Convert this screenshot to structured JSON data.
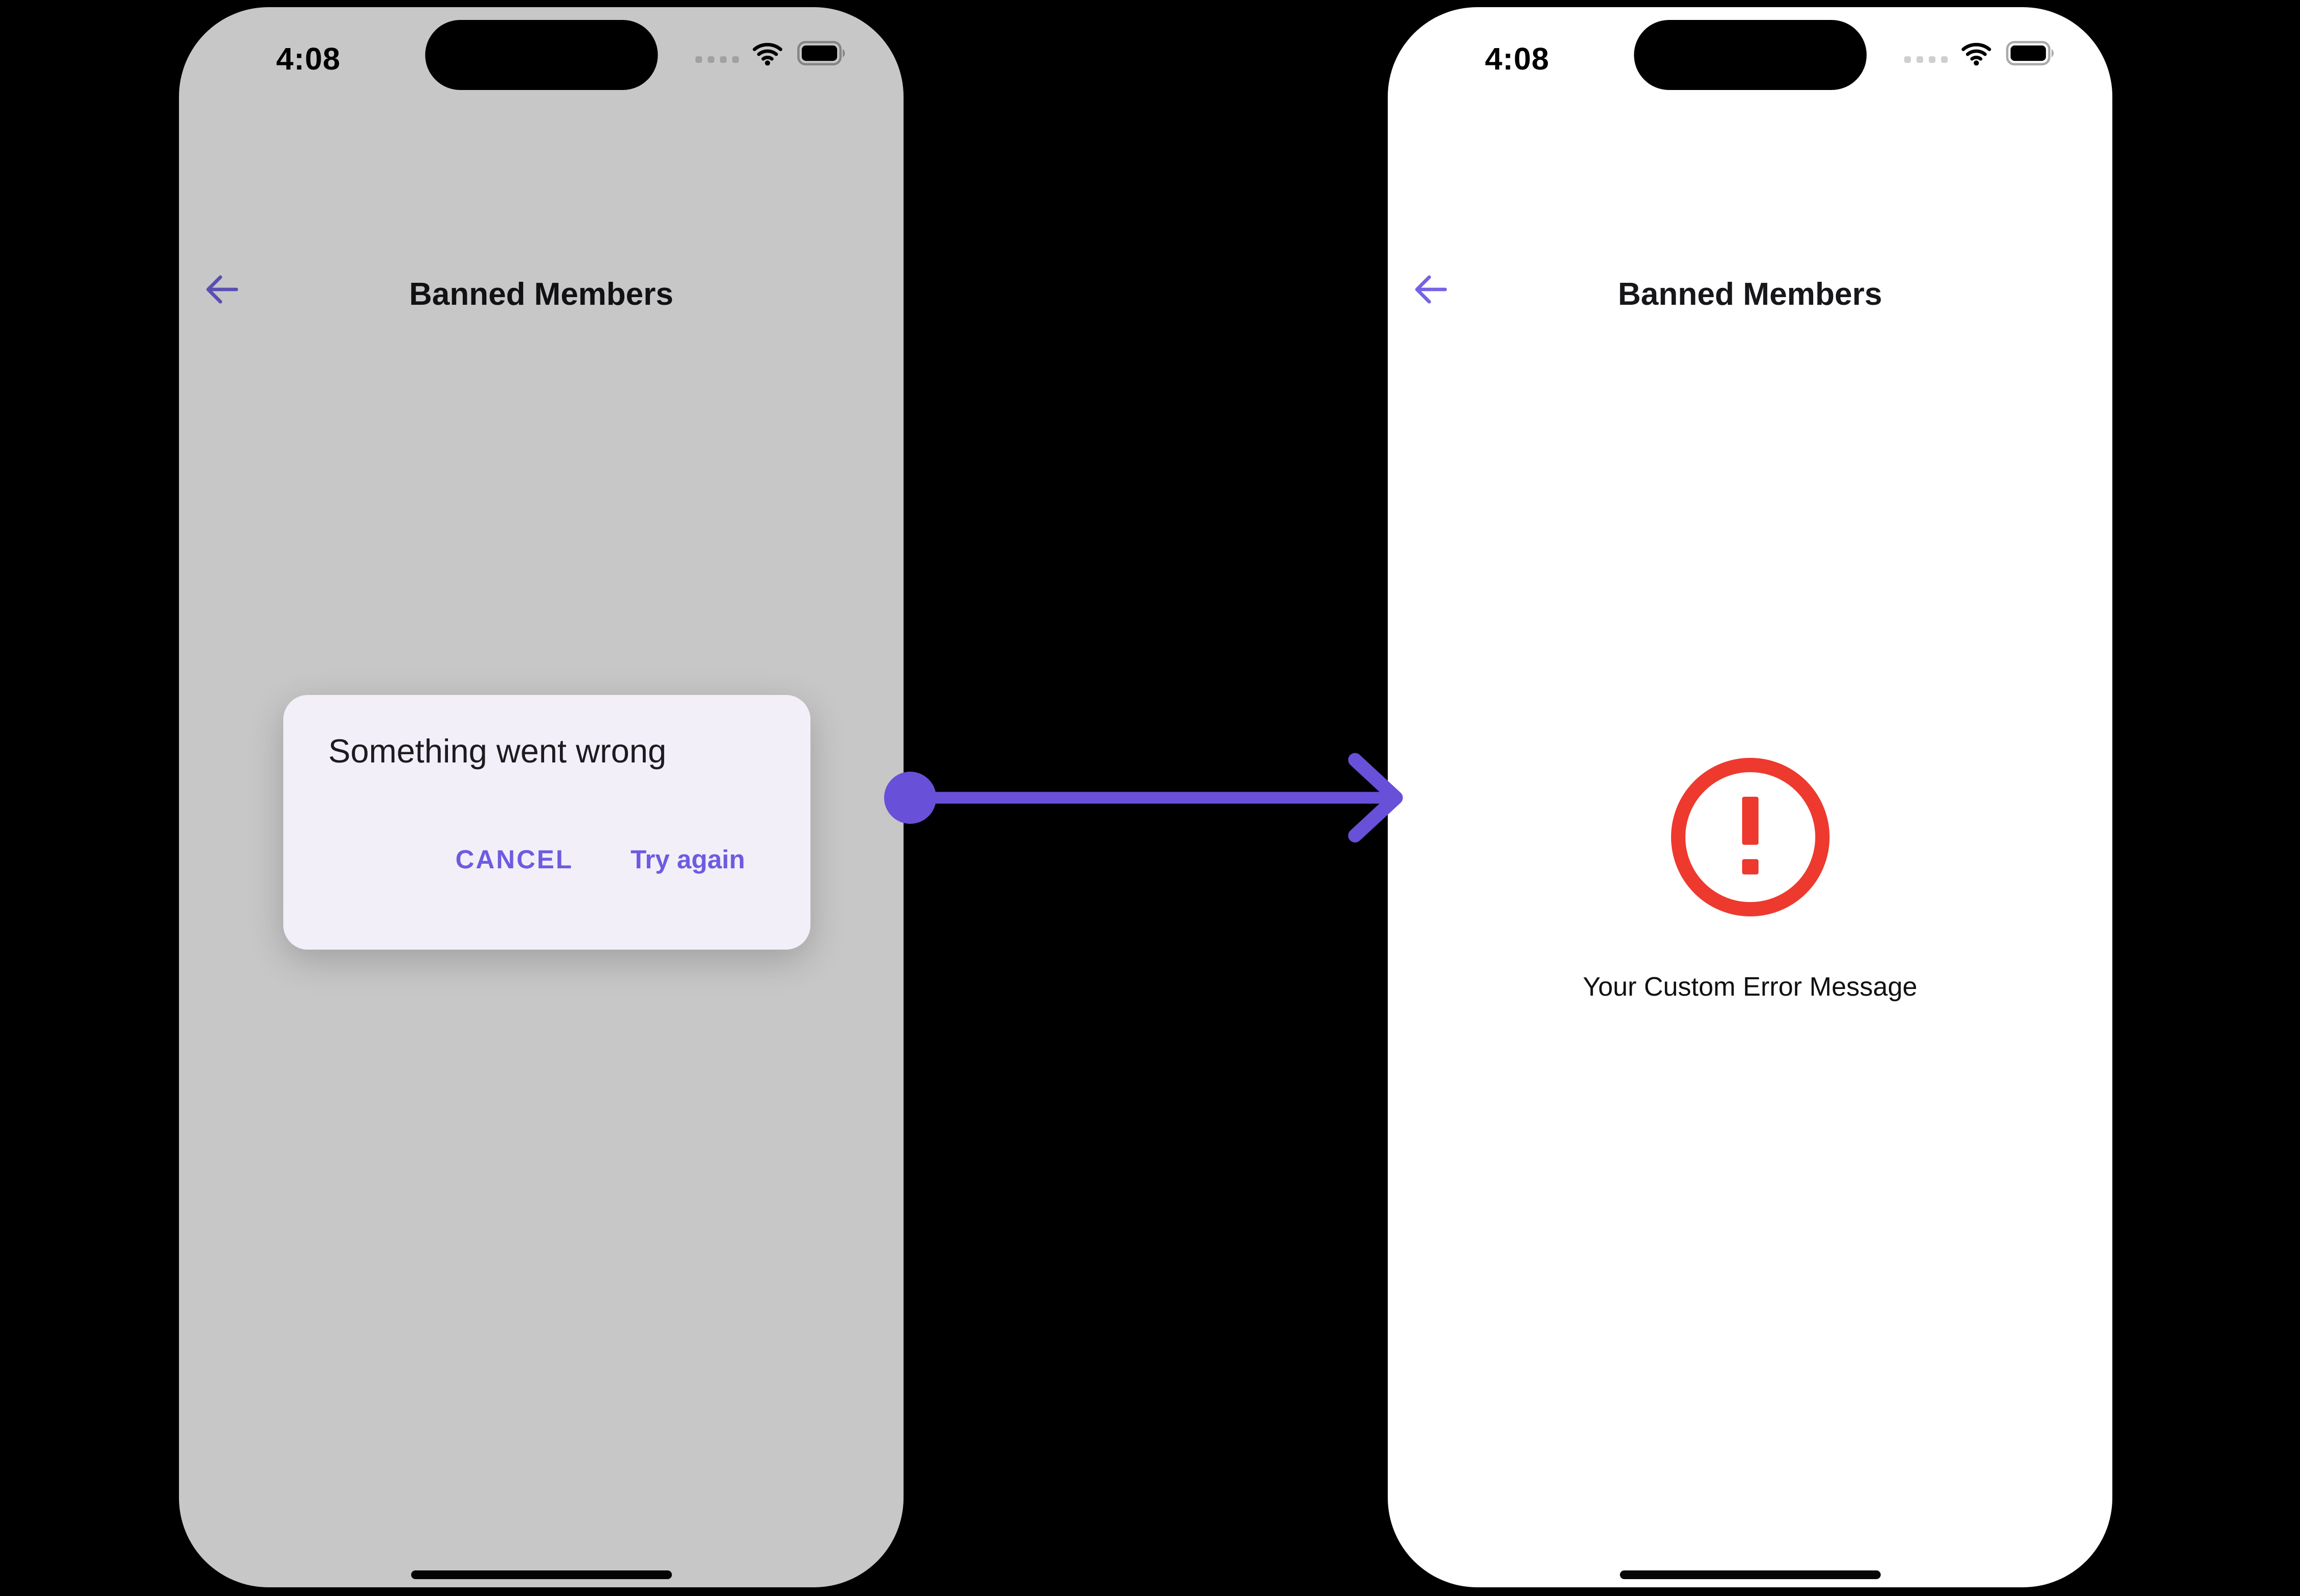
{
  "colors": {
    "background": "#000000",
    "screen_bg": "#FFFFFF",
    "scrim": "rgba(0,0,0,0.22)",
    "dialog_bg": "#F2EFF8",
    "brand_purple": "#6950D8",
    "button_purple": "#6D5BE2",
    "back_arrow_purple": "#7464E4",
    "error_red": "#EE392E"
  },
  "left_phone": {
    "status_bar": {
      "time": "4:08"
    },
    "header": {
      "title": "Banned Members"
    },
    "dialog": {
      "title": "Something went wrong",
      "actions": [
        {
          "label": "CANCEL"
        },
        {
          "label": "Try again"
        }
      ]
    }
  },
  "right_phone": {
    "status_bar": {
      "time": "4:08"
    },
    "header": {
      "title": "Banned Members"
    },
    "error_state": {
      "icon": "alert-circle",
      "message": "Your Custom Error Message"
    }
  },
  "annotation": {
    "flow": "left-screen to right-screen"
  }
}
